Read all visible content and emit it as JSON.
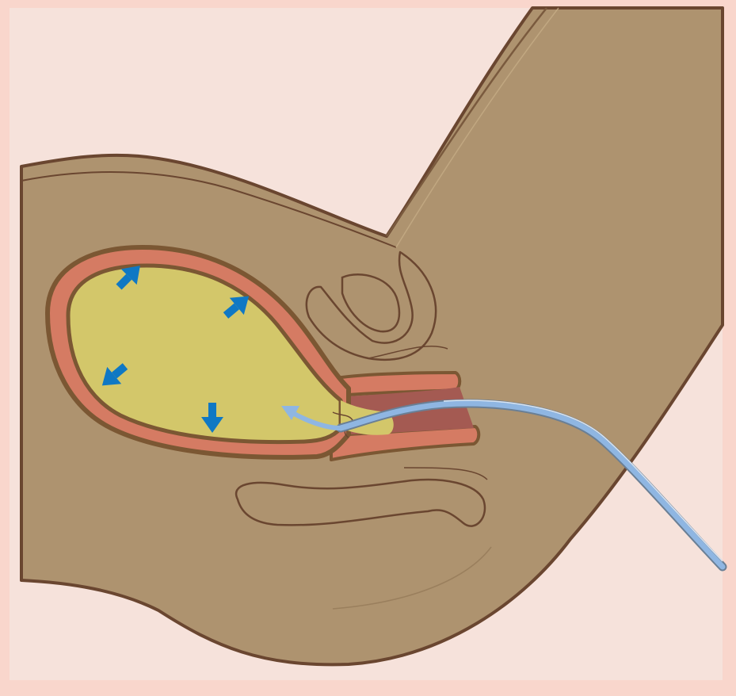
{
  "diagram": {
    "kind": "medical-illustration",
    "subject": "bladder-filling-via-urinary-catheter",
    "labels": [],
    "colors": {
      "frame": "#f9d6cc",
      "background": "#f6e2db",
      "body": "#ae936f",
      "outline": "#6a4630",
      "bladder_wall": "#d57b63",
      "bladder_wall_outline": "#7b5733",
      "fluid": "#d3c76a",
      "urethra_inner": "#a45a52",
      "catheter": "#8fb6e2",
      "pressure_arrow": "#0f78c4"
    },
    "arrows": [
      {
        "name": "pressure-arrow-top-left",
        "direction": "outward"
      },
      {
        "name": "pressure-arrow-top-right",
        "direction": "outward"
      },
      {
        "name": "pressure-arrow-left",
        "direction": "outward"
      },
      {
        "name": "pressure-arrow-bottom",
        "direction": "outward"
      }
    ]
  }
}
